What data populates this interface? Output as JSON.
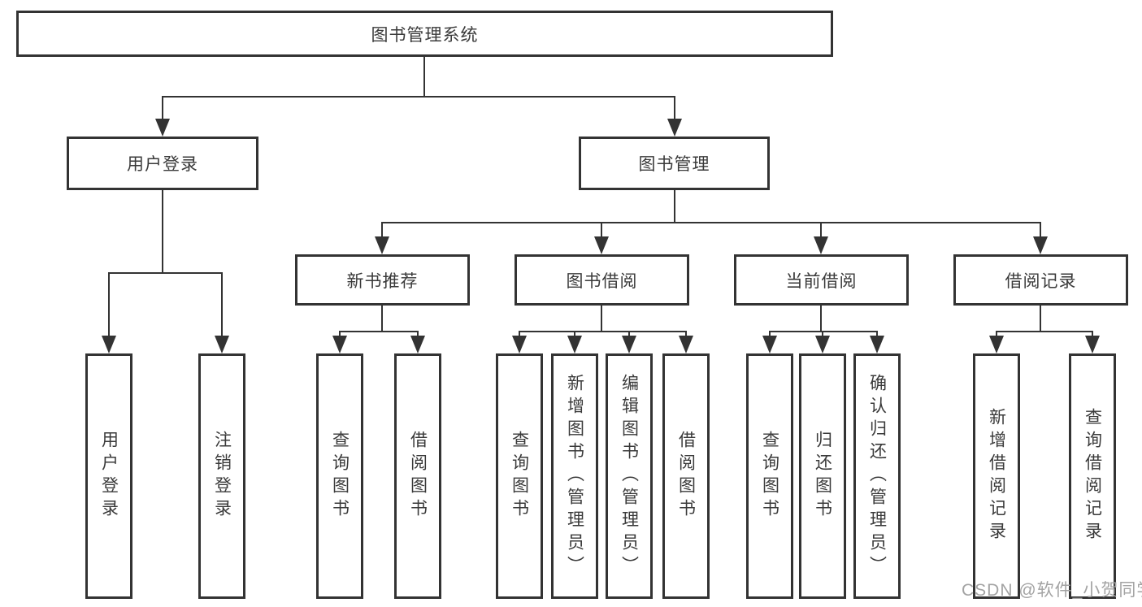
{
  "colors": {
    "line": "#333333",
    "text": "#3a3a3a",
    "watermark": "#a3a3a3",
    "background": "#ffffff"
  },
  "tree": {
    "label": "图书管理系统",
    "children": [
      {
        "label": "用户登录",
        "children": [
          {
            "label": "用户登录"
          },
          {
            "label": "注销登录"
          }
        ]
      },
      {
        "label": "图书管理",
        "children": [
          {
            "label": "新书推荐",
            "children": [
              {
                "label": "查询图书"
              },
              {
                "label": "借阅图书"
              }
            ]
          },
          {
            "label": "图书借阅",
            "children": [
              {
                "label": "查询图书"
              },
              {
                "label": "新增图书（管理员）"
              },
              {
                "label": "编辑图书（管理员）"
              },
              {
                "label": "借阅图书"
              }
            ]
          },
          {
            "label": "当前借阅",
            "children": [
              {
                "label": "查询图书"
              },
              {
                "label": "归还图书"
              },
              {
                "label": "确认归还（管理员）"
              }
            ]
          },
          {
            "label": "借阅记录",
            "children": [
              {
                "label": "新增借阅记录"
              },
              {
                "label": "查询借阅记录"
              }
            ]
          }
        ]
      }
    ]
  },
  "watermark": {
    "text": "CSDN @软件_小贺同学"
  }
}
